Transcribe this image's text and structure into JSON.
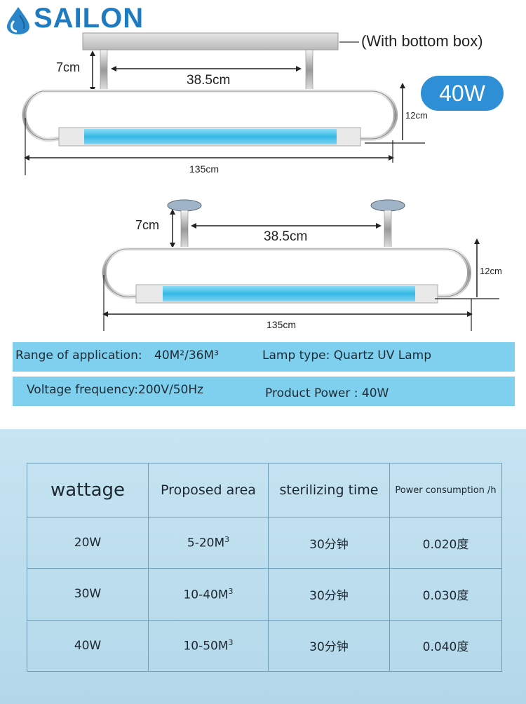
{
  "brand": {
    "name": "SAILON",
    "color": "#1f7bc1"
  },
  "diagram": {
    "bottom_box_note": "(With bottom box)",
    "badge": "40W",
    "upper": {
      "dim_height_mount": "7cm",
      "dim_mount_spacing": "38.5cm",
      "dim_tube_height": "12cm",
      "dim_length": "135cm"
    },
    "lower": {
      "dim_height_mount": "7cm",
      "dim_mount_spacing": "38.5cm",
      "dim_tube_height": "12cm",
      "dim_length": "135cm"
    }
  },
  "specs": {
    "range_label": "Range of application: ",
    "range_value": "40M²/36M³",
    "lamp_type": "Lamp type: Quartz UV Lamp",
    "voltage": "Voltage frequency:200V/50Hz",
    "power": "Product Power : 40W"
  },
  "table": {
    "headers": [
      "wattage",
      "Proposed area",
      "sterilizing time",
      "Power consumption /h"
    ],
    "rows": [
      {
        "wattage": "20W",
        "area": "5-20M",
        "area_sup": "3",
        "time": "30分钟",
        "power": "0.020度"
      },
      {
        "wattage": "30W",
        "area": "10-40M",
        "area_sup": "3",
        "time": "30分钟",
        "power": "0.030度"
      },
      {
        "wattage": "40W",
        "area": "10-50M",
        "area_sup": "3",
        "time": "30分钟",
        "power": "0.040度"
      }
    ]
  },
  "colors": {
    "uv_tube": "#4fc6ea",
    "band": "#7fd0ef",
    "badge": "#2f8fd6",
    "table_bg": "#c7e4f2"
  }
}
